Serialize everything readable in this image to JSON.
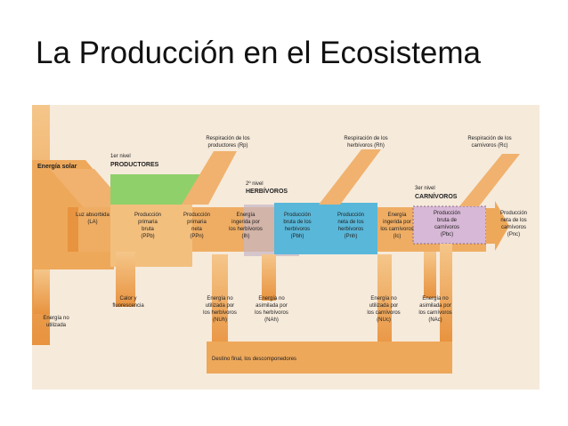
{
  "slide": {
    "title": "La Producción en el Ecosistema"
  },
  "colors": {
    "arrow": "#eea85a",
    "arrow_dark": "#e0863c",
    "producers": "#8fd06a",
    "herbivores": "#59b7d9",
    "carnivores": "#d7b8d6",
    "background": "#f6eadb"
  },
  "diagram": {
    "energia_solar": "Energía solar",
    "levels": {
      "productores": {
        "nivel": "1er nivel",
        "name": "PRODUCTORES"
      },
      "herbivoros": {
        "nivel": "2º nivel",
        "name": "HERBÍVOROS"
      },
      "carnivoros": {
        "nivel": "3er nivel",
        "name": "CARNÍVOROS"
      }
    },
    "respiracion": {
      "productores": [
        "Respiración de los",
        "productores (Rp)"
      ],
      "herbivoros": [
        "Respiración de los",
        "herbívoros (Rh)"
      ],
      "carnivoros": [
        "Respiración de los",
        "carnívoros (Rc)"
      ]
    },
    "row": {
      "luz_absorbida": [
        "Luz absorbida",
        "(LA)"
      ],
      "prod_primaria_bruta": [
        "Producción",
        "primaria",
        "bruta",
        "(PPb)"
      ],
      "prod_primaria_neta": [
        "Producción",
        "primaria",
        "neta",
        "(PPn)"
      ],
      "energia_ingerida_herb": [
        "Energía",
        "ingerida por",
        "los herbívoros",
        "(Ih)"
      ],
      "prod_bruta_herb": [
        "Producción",
        "bruta de los",
        "herbívoros",
        "(Pbh)"
      ],
      "prod_neta_herb": [
        "Producción",
        "neta de los",
        "herbívoros",
        "(Pnh)"
      ],
      "energia_ingerida_carn": [
        "Energía",
        "ingerida por",
        "los carnívoros",
        "(Ic)"
      ],
      "prod_bruta_carn": [
        "Producción",
        "bruta de",
        "carnívoros",
        "(Pbc)"
      ],
      "prod_neta_carn": [
        "Producción",
        "neta de los",
        "carnívoros",
        "(Pnc)"
      ]
    },
    "bottom": {
      "no_utilizada": [
        "Energía no",
        "utilizada"
      ],
      "calor": [
        "Calor y",
        "fluorescencia"
      ],
      "nuh": [
        "Energía no",
        "utilizada por",
        "los herbívoros",
        "(NUh)"
      ],
      "nah": [
        "Energía no",
        "asimilada por",
        "los herbívoros",
        "(NAh)"
      ],
      "nuc": [
        "Energía no",
        "utilizada por",
        "los carnívoros",
        "(NUc)"
      ],
      "nac": [
        "Energía no",
        "asimilada por",
        "los carnívoros",
        "(NAc)"
      ]
    },
    "destino": "Destino final, los descomponedores"
  }
}
